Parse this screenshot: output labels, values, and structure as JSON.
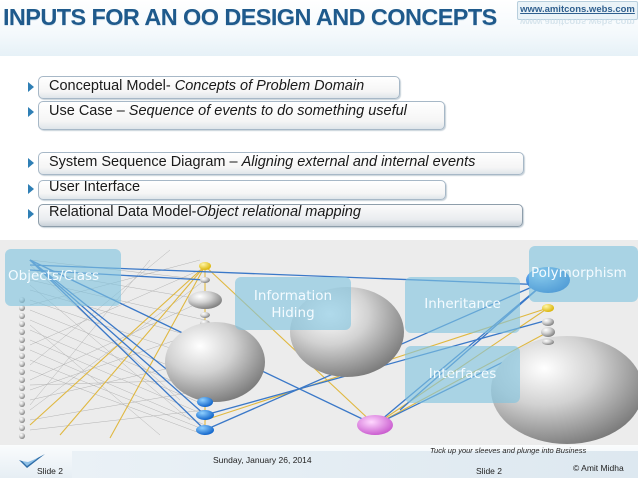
{
  "slide": {
    "title": "INPUTS FOR AN OO DESIGN AND CONCEPTS",
    "url": "www.amitcons.webs.com"
  },
  "bullets": [
    {
      "plain": "Conceptual Model- ",
      "italic": "Concepts of Problem Domain"
    },
    {
      "plain": "Use Case – ",
      "italic": "Sequence of events to do something useful"
    },
    {
      "plain": "System Sequence Diagram – ",
      "italic": "Aligning external and internal events"
    },
    {
      "plain": "User Interface",
      "italic": ""
    },
    {
      "plain": "Relational Data Model-",
      "italic": "Object relational mapping"
    }
  ],
  "graphic": {
    "labels": {
      "objects_class": "Objects/Class",
      "information_hiding_1": "Information",
      "information_hiding_2": "Hiding",
      "inheritance": "Inheritance",
      "polymorphism": "Polymorphism",
      "interfaces": "Interfaces"
    }
  },
  "footer": {
    "slide_left": "Slide 2",
    "date": "Sunday, January 26, 2014",
    "tagline": "Tuck up your sleeves and plunge into Business",
    "slide_right": "Slide 2",
    "copyright": "© Amit Midha"
  },
  "colors": {
    "title": "#1f5a8c",
    "bullet_arrow": "#2f7fb5",
    "label_box": "#7fc4de",
    "line_blue": "#3a78c8",
    "line_gold": "#e0b840"
  }
}
